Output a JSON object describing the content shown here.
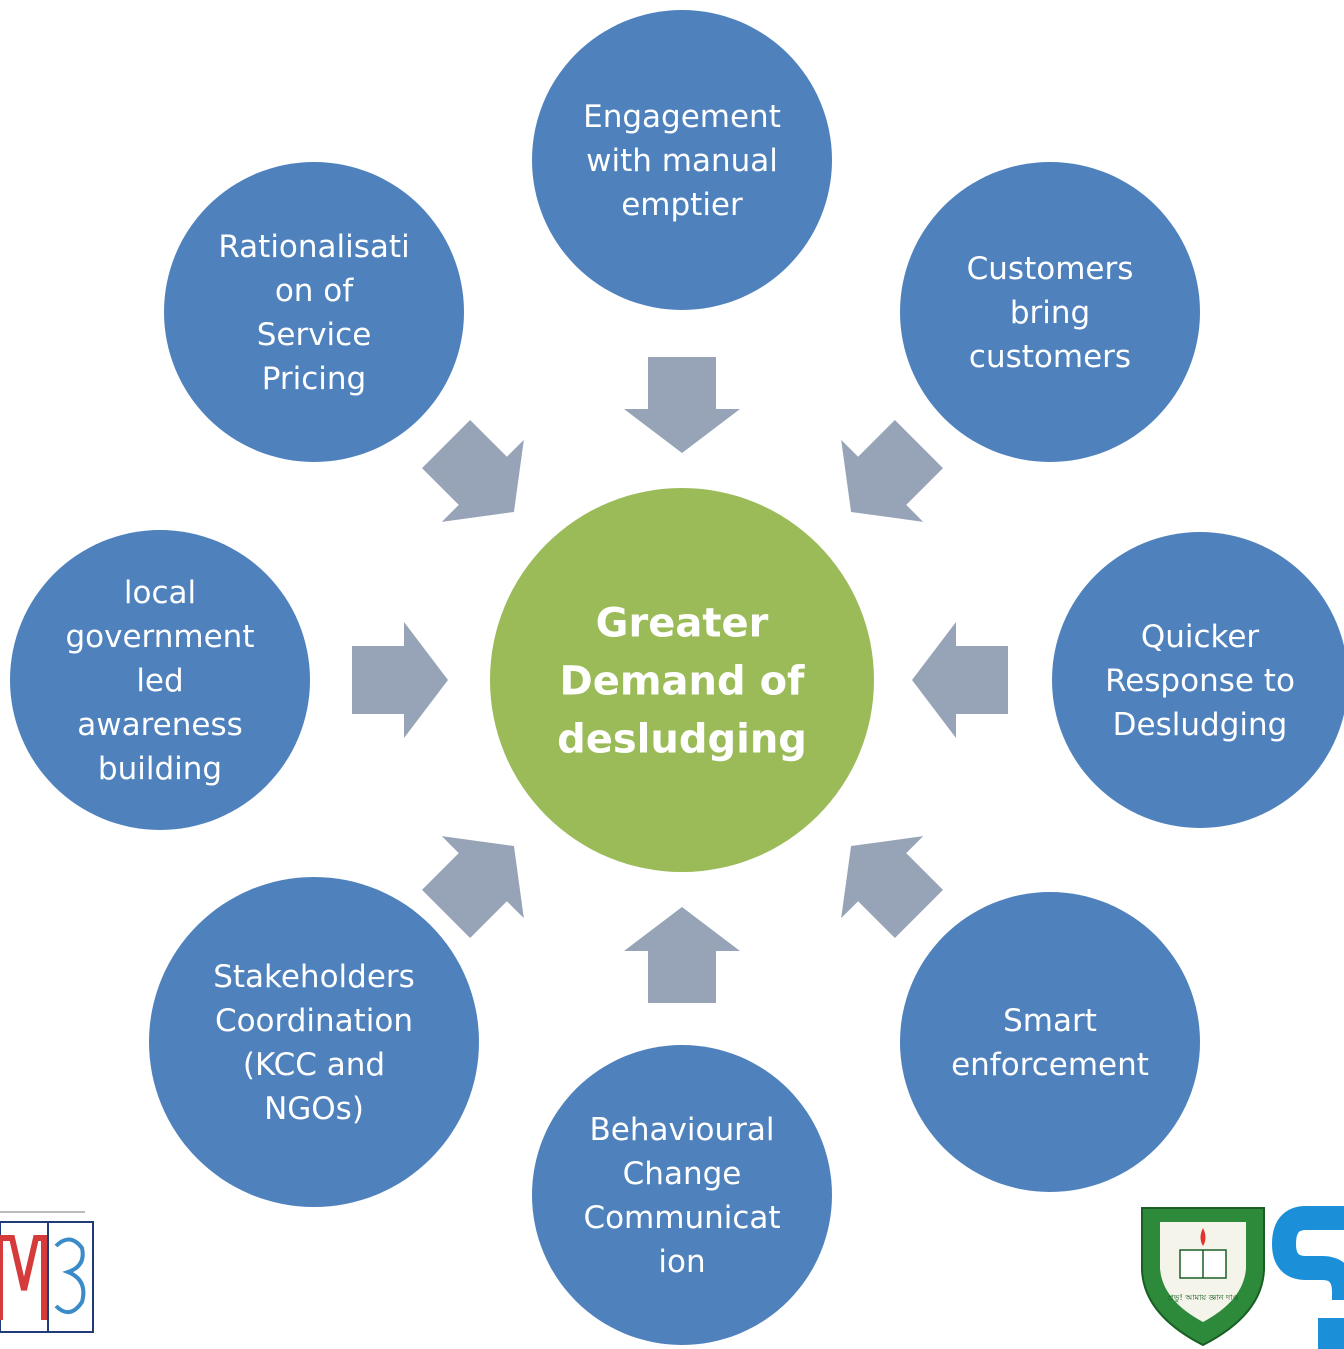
{
  "diagram": {
    "center": {
      "lines": [
        "Greater",
        "Demand of",
        "desludging"
      ],
      "color": "#9bbb59"
    },
    "nodes": [
      {
        "id": "engagement-manual-emptier",
        "lines": [
          "Engagement",
          "with manual",
          "emptier"
        ]
      },
      {
        "id": "customers-bring-customers",
        "lines": [
          "Customers",
          "bring",
          "customers"
        ]
      },
      {
        "id": "quicker-response",
        "lines": [
          "Quicker",
          "Response to",
          "Desludging"
        ]
      },
      {
        "id": "smart-enforcement",
        "lines": [
          "Smart",
          "enforcement"
        ]
      },
      {
        "id": "behavioural-change",
        "lines": [
          "Behavioural",
          "Change",
          "Communicat",
          "ion"
        ]
      },
      {
        "id": "stakeholders-coordination",
        "lines": [
          "Stakeholders",
          "Coordination",
          "(KCC and",
          "NGOs)"
        ]
      },
      {
        "id": "local-government-awareness",
        "lines": [
          "local",
          "government",
          "led",
          "awareness",
          "building"
        ]
      },
      {
        "id": "rationalisation-pricing",
        "lines": [
          "Rationalisati",
          "on of",
          "Service",
          "Pricing"
        ]
      }
    ],
    "node_color": "#4f81bd",
    "arrow_color": "#97a3b7"
  },
  "logos": {
    "left_logo_text": "M3",
    "university_seal_text": "প্রভু! আমায় জ্ঞান দাও"
  }
}
